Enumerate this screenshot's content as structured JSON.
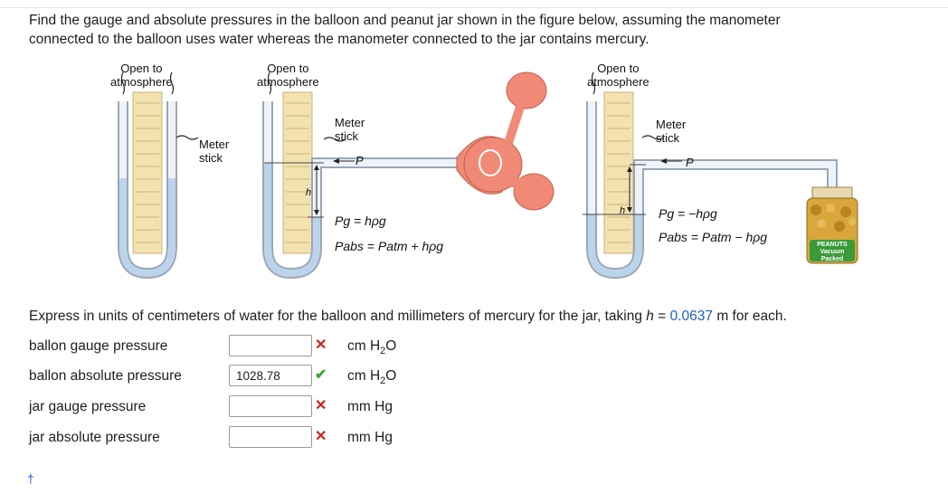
{
  "question": {
    "line1": "Find the gauge and absolute pressures in the balloon and peanut jar shown in the figure below, assuming the manometer",
    "line2": "connected to the balloon uses water whereas the manometer connected to the jar contains mercury."
  },
  "figure": {
    "labels": {
      "open1": [
        "Open to",
        "atmosphere"
      ],
      "open2": [
        "Open to",
        "atmosphere"
      ],
      "open3": [
        "Open to",
        "atmosphere"
      ],
      "meter1": [
        "Meter",
        "stick"
      ],
      "meter2": [
        "Meter",
        "stick"
      ],
      "meter3": [
        "Meter",
        "stick"
      ],
      "p_balloon": "P",
      "p_jar": "P",
      "h_balloon": "h",
      "h_jar": "h"
    },
    "balloon_eq1": "Pg = hρg",
    "balloon_eq2": "Pabs = Patm + hρg",
    "jar_eq1": "Pg = −hρg",
    "jar_eq2": "Pabs = Patm − hρg",
    "jar_label": [
      "PEANUTS",
      "Vacuum",
      "Packed"
    ]
  },
  "instruction": {
    "before": "Express in units of centimeters of water for the balloon and millimeters of mercury for the jar, taking ",
    "var": "h",
    "equals": " = ",
    "value": "0.0637",
    "after": " m for each."
  },
  "rows": [
    {
      "label": "ballon gauge pressure",
      "value": "",
      "status": "wrong",
      "mark": "✕",
      "unit_main": "cm H",
      "unit_sub": "2",
      "unit_tail": "O"
    },
    {
      "label": "ballon absolute pressure",
      "value": "1028.78",
      "status": "right",
      "mark": "✔",
      "unit_main": "cm H",
      "unit_sub": "2",
      "unit_tail": "O"
    },
    {
      "label": "jar gauge pressure",
      "value": "",
      "status": "wrong",
      "mark": "✕",
      "unit_main": "mm Hg",
      "unit_sub": "",
      "unit_tail": ""
    },
    {
      "label": "jar absolute pressure",
      "value": "",
      "status": "wrong",
      "mark": "✕",
      "unit_main": "mm Hg",
      "unit_sub": "",
      "unit_tail": ""
    }
  ],
  "footnote": "†",
  "colors": {
    "accent": "#1a5fc8",
    "wrong": "#d0211d",
    "right": "#3ea53a",
    "tube_fill": "#bcd3ec",
    "scale": "#f2e2b0",
    "balloon": "#f08a76"
  }
}
